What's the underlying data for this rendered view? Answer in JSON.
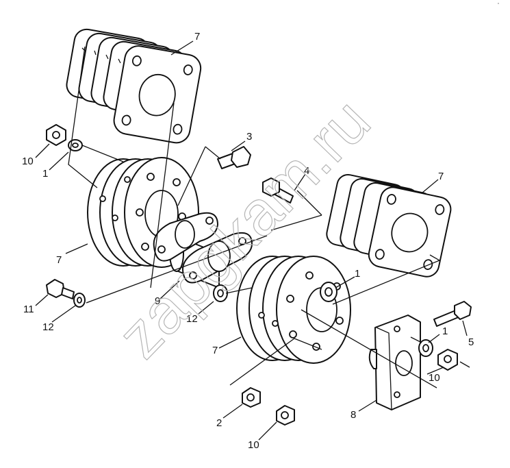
{
  "watermark": "zapgkam.ru",
  "corner_mark": "°",
  "callouts": {
    "c7_top": "7",
    "c3": "3",
    "c10_left": "10",
    "c1_left": "1",
    "c4": "4",
    "c7_right_top": "7",
    "c7_left": "7",
    "c11": "11",
    "c12_left": "12",
    "c9": "9",
    "c12_mid": "12",
    "c1_mid": "1",
    "c7_mid": "7",
    "c1_right": "1",
    "c5": "5",
    "c10_right": "10",
    "c2": "2",
    "c8": "8",
    "c10_bottom": "10"
  }
}
